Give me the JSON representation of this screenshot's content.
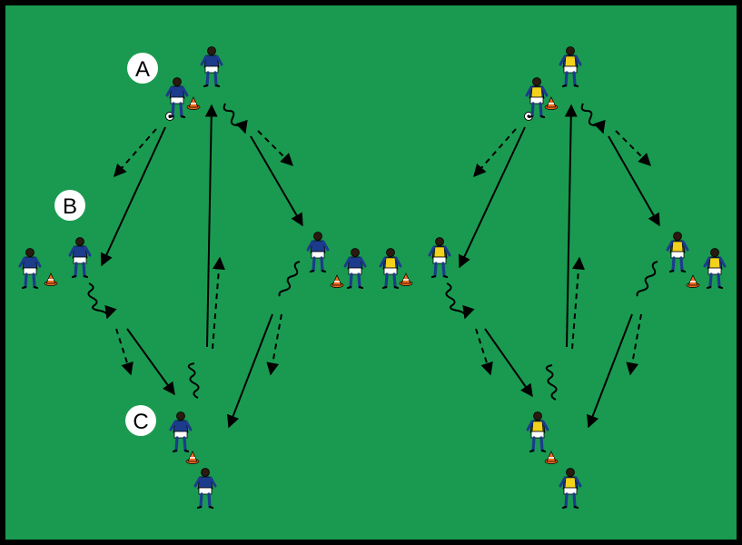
{
  "diagram": {
    "field_color": "#1a9a50",
    "border_color": "#000000",
    "labels": [
      "A",
      "B",
      "C"
    ],
    "team_colors": {
      "blue_kit": "#1d3b8c",
      "yellow_bib": "#f2d21a",
      "cone": "#f06a1e",
      "line": "#000000"
    },
    "icons": [
      "player-icon",
      "cone-icon",
      "ball-icon",
      "pass-arrow-icon",
      "run-arrow-icon",
      "dribble-path-icon"
    ]
  }
}
